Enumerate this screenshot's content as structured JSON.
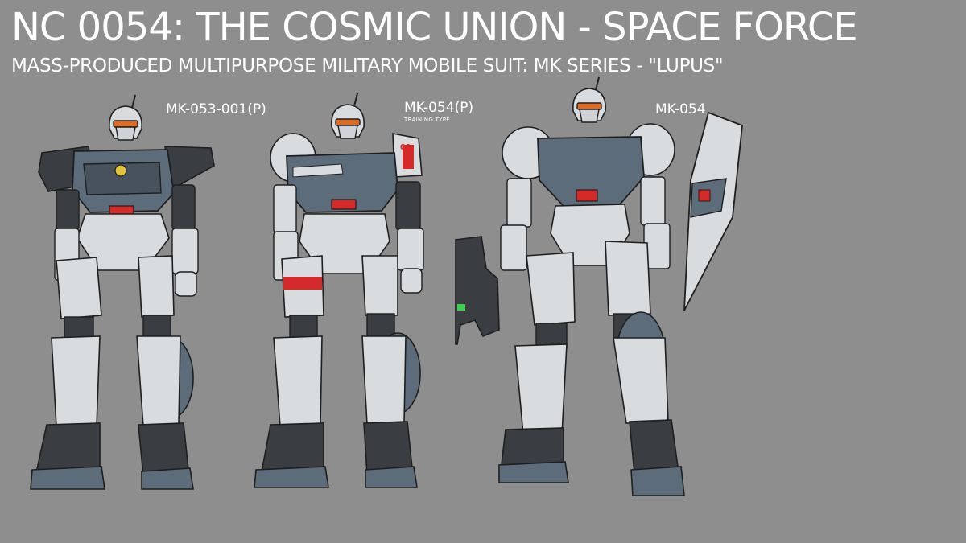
{
  "header": {
    "title": "NC 0054: THE COSMIC UNION - SPACE FORCE",
    "subtitle": "MASS-PRODUCED MULTIPURPOSE MILITARY MOBILE SUIT: MK SERIES - \"LUPUS\""
  },
  "units": [
    {
      "designation": "MK-053-001(P)",
      "note": ""
    },
    {
      "designation": "MK-054(P)",
      "note": "TRAINING TYPE",
      "shoulder_marking": "01"
    },
    {
      "designation": "MK-054",
      "note": ""
    }
  ],
  "colors": {
    "background": "#8e8e8e",
    "armor_white": "#d9dcdf",
    "armor_blue_grey": "#5d6c7a",
    "frame_dark": "#3a3d42",
    "visor_orange": "#e06a1e",
    "marking_red": "#d42a2a",
    "sensor_green": "#3ecf4e",
    "warning_yellow": "#e2c23a"
  }
}
